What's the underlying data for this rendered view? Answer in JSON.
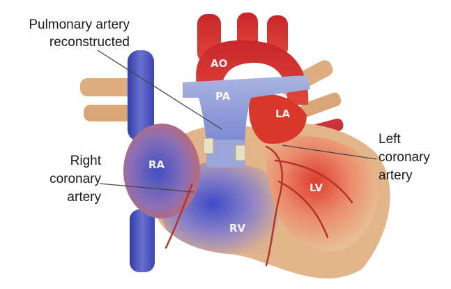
{
  "callouts": {
    "pulmonary_line1": "Pulmonary artery",
    "pulmonary_line2": "reconstructed",
    "right_coronary_line1": "Right",
    "right_coronary_line2": "coronary",
    "right_coronary_line3": "artery",
    "left_coronary_line1": "Left",
    "left_coronary_line2": "coronary",
    "left_coronary_line3": "artery"
  },
  "chambers": {
    "ao": "AO",
    "pa": "PA",
    "la": "LA",
    "ra": "RA",
    "lv": "LV",
    "rv": "RV"
  },
  "colors": {
    "oxygenated": "#d8382c",
    "deoxygenated": "#5a63c8",
    "myocardium": "#e3b58a",
    "vessel_tan": "#d9a677"
  }
}
